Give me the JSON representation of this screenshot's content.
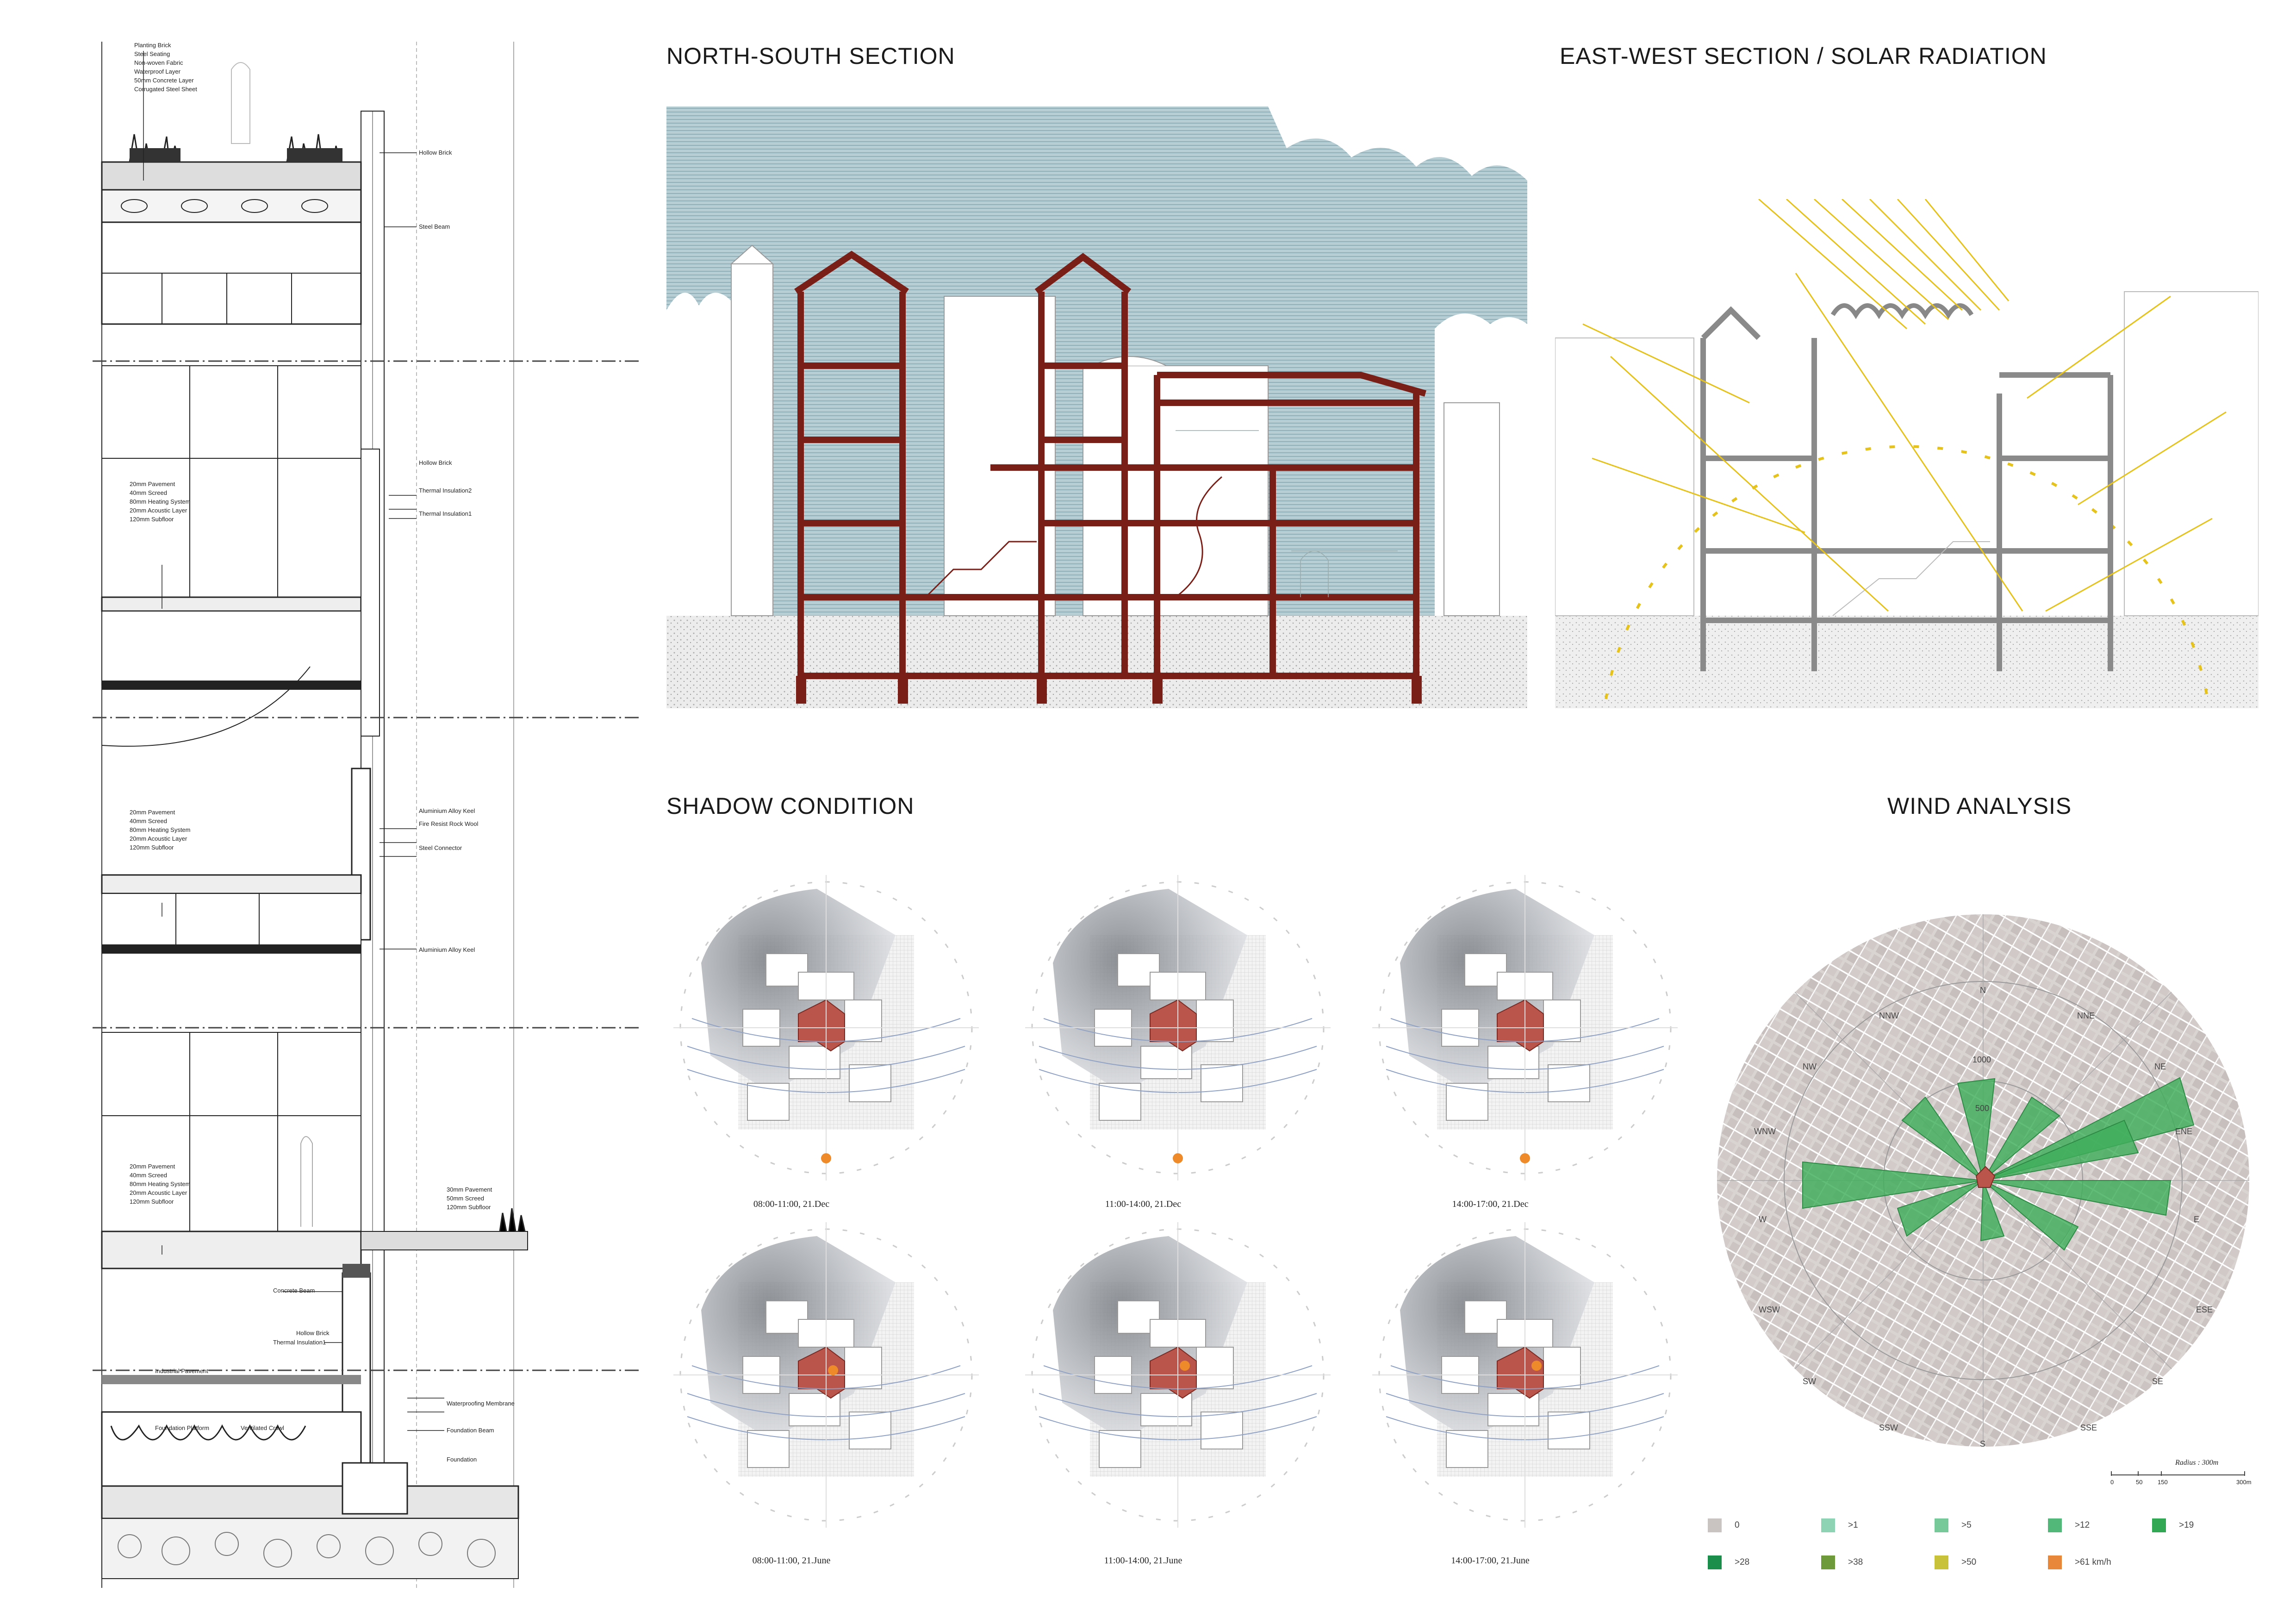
{
  "headings": {
    "north_south": "NORTH-SOUTH SECTION",
    "east_west": "EAST-WEST SECTION / SOLAR RADIATION",
    "shadow": "SHADOW CONDITION",
    "wind": "WIND ANALYSIS"
  },
  "detail_notes": {
    "roof_layers": [
      "Planting Brick",
      "Steel Seating",
      "Non-woven Fabric",
      "Waterproof Layer",
      "50mm Concrete Layer",
      "Corrugated Steel Sheet"
    ],
    "hollow_brick_top": "Hollow Brick",
    "steel_beam": "Steel Beam",
    "floor1_layers": [
      "20mm Pavement",
      "40mm Screed",
      "80mm Heating System",
      "20mm Acoustic Layer",
      "120mm Subfloor"
    ],
    "hollow_brick_mid": "Hollow Brick",
    "thermal_insulation2": "Thermal Insulation2",
    "thermal_insulation1": "Thermal Insulation1",
    "floor2_layers": [
      "20mm Pavement",
      "40mm Screed",
      "80mm Heating System",
      "20mm Acoustic Layer",
      "120mm Subfloor"
    ],
    "aluminium_keel": "Aluminium Alloy Keel",
    "fire_resist": "Fire Resist Rock Wool",
    "steel_connector": "Steel Connector",
    "aluminium_keel_2": "Aluminium Alloy Keel",
    "floor3_layers": [
      "20mm Pavement",
      "40mm Screed",
      "80mm Heating System",
      "20mm Acoustic Layer",
      "120mm Subfloor"
    ],
    "terrace_layers": [
      "30mm Pavement",
      "50mm Screed",
      "120mm Subfloor"
    ],
    "concrete_beam": "Concrete Beam",
    "hollow_brick_low": "Hollow Brick",
    "thermal_insulation_low": "Thermal Insulation1",
    "industrial_pavement": "Industrial Pavement",
    "waterproofing": "Waterproofing Membrane",
    "foundation_platform": "Foundation Platform",
    "ventilated_crawl": "Ventilated Crawl",
    "foundation_beam": "Foundation Beam",
    "foundation": "Foundation"
  },
  "shadow_captions": [
    "08:00-11:00, 21.Dec",
    "11:00-14:00, 21.Dec",
    "14:00-17:00, 21.Dec",
    "08:00-11:00, 21.June",
    "11:00-14:00, 21.June",
    "14:00-17:00, 21.June"
  ],
  "wind_rose": {
    "directions": [
      "N",
      "NNE",
      "NE",
      "ENE",
      "E",
      "ESE",
      "SE",
      "SSE",
      "S",
      "SSW",
      "SW",
      "WSW",
      "W",
      "WNW",
      "NW",
      "NNW"
    ],
    "ring_labels": [
      "1000",
      "500"
    ],
    "scale_label": "Radius : 300m",
    "scale_ticks": [
      "0",
      "50",
      "150",
      "300m"
    ]
  },
  "wind_legend": [
    {
      "label": "0",
      "color": "#c9c3c1"
    },
    {
      "label": ">1",
      "color": "#8fd3b5"
    },
    {
      "label": ">5",
      "color": "#77c99a"
    },
    {
      "label": ">12",
      "color": "#52b87a"
    },
    {
      "label": ">19",
      "color": "#33a854"
    },
    {
      "label": ">28",
      "color": "#1a8e4a"
    },
    {
      "label": ">38",
      "color": "#6e9a3c"
    },
    {
      "label": ">50",
      "color": "#c8c23a"
    },
    {
      "label": ">61 km/h",
      "color": "#e8873a"
    }
  ],
  "colors": {
    "section_red": "#7a1f17",
    "sky_blue": "#a9c4cc",
    "sun_yellow": "#e6c21c",
    "block_red": "#b9554a",
    "wind_green": "#3fae5c",
    "sun_dot": "#ee8a2a"
  }
}
